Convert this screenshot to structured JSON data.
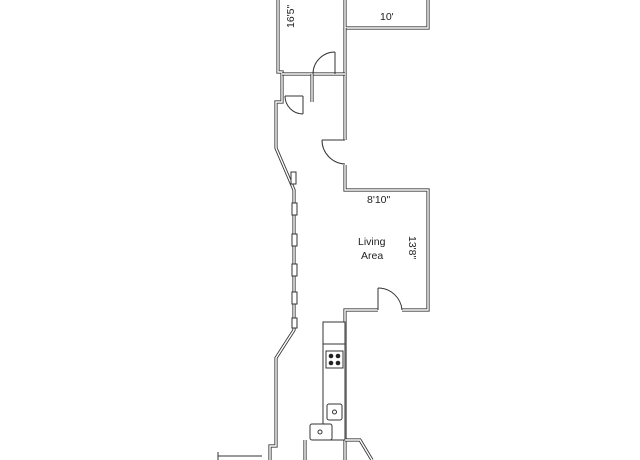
{
  "rooms": {
    "living_area": {
      "name_line1": "Living",
      "name_line2": "Area"
    }
  },
  "dimensions": {
    "top_vertical": "16'5\"",
    "top_horizontal": "10'",
    "living_width": "8'10\"",
    "living_length": "13'8\""
  },
  "colors": {
    "wall": "#3a3a3a",
    "background": "#ffffff"
  },
  "icons": [
    "door-swing-icon",
    "window-icon",
    "stove-icon",
    "sink-icon"
  ]
}
